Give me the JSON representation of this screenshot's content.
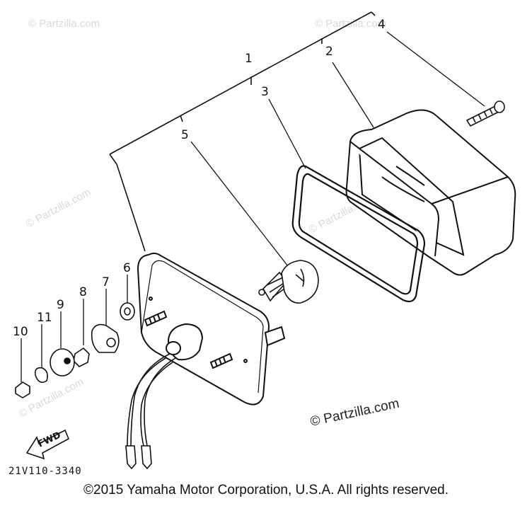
{
  "diagram": {
    "callouts": [
      "1",
      "2",
      "3",
      "4",
      "5",
      "6",
      "7",
      "8",
      "9",
      "10",
      "11"
    ],
    "watermark": "© Partzilla.com",
    "fwd_label": "FWD",
    "drawing_code": "21V110-3340"
  },
  "footer": {
    "copyright": "©2015 Yamaha Motor Corporation, U.S.A. All rights reserved."
  }
}
